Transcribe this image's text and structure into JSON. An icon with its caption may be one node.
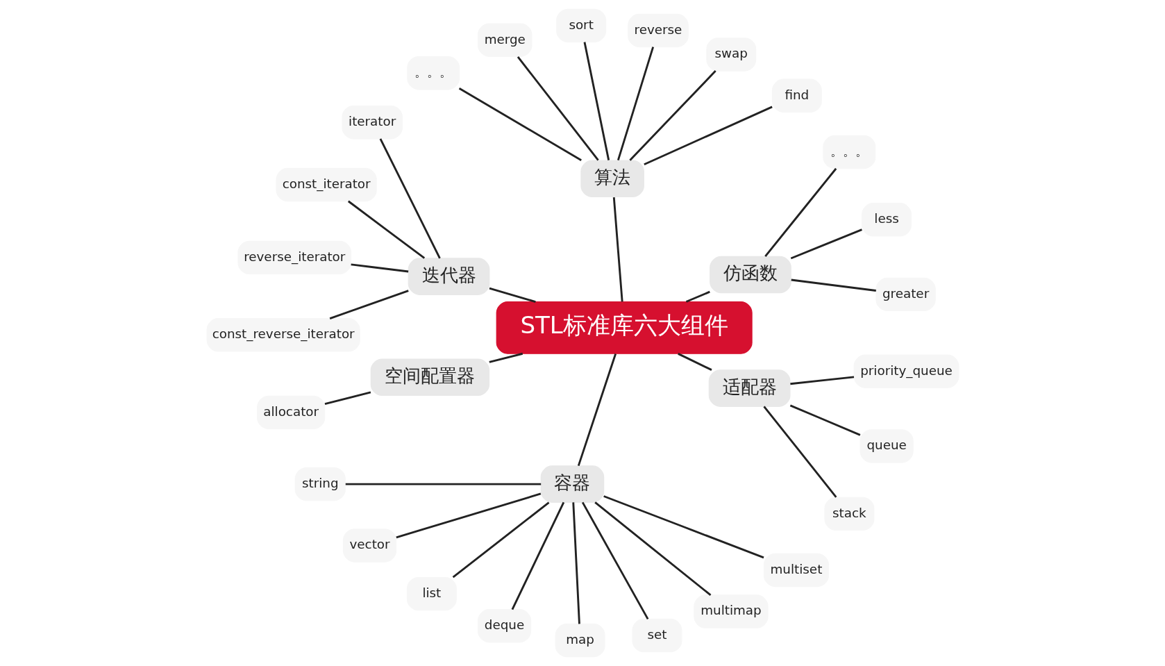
{
  "diagram": {
    "nodes": [
      {
        "text": [
          "STL标准库六大组件"
        ]
      },
      {
        "text": [
          "仿函数"
        ]
      },
      {
        "text": [
          "greater"
        ]
      },
      {
        "text": [
          "less"
        ]
      },
      {
        "text": [
          "。。。"
        ]
      },
      {
        "text": [
          "算法"
        ]
      },
      {
        "text": [
          "find"
        ]
      },
      {
        "text": [
          "swap"
        ]
      },
      {
        "text": [
          "reverse"
        ]
      },
      {
        "text": [
          "sort"
        ]
      },
      {
        "text": [
          "merge"
        ]
      },
      {
        "text": [
          "。。。"
        ]
      },
      {
        "text": [
          "迭代器"
        ]
      },
      {
        "text": [
          "iterator"
        ]
      },
      {
        "text": [
          "const_iterator"
        ]
      },
      {
        "text": [
          "reverse_iterator"
        ]
      },
      {
        "text": [
          "const_reverse_iterator"
        ]
      },
      {
        "text": [
          "空间配置器"
        ]
      },
      {
        "text": [
          "allocator"
        ]
      },
      {
        "text": [
          "容器"
        ]
      },
      {
        "text": [
          "string"
        ]
      },
      {
        "text": [
          "vector"
        ]
      },
      {
        "text": [
          "list"
        ]
      },
      {
        "text": [
          "deque"
        ]
      },
      {
        "text": [
          "map"
        ]
      },
      {
        "text": [
          "set"
        ]
      },
      {
        "text": [
          "multimap"
        ]
      },
      {
        "text": [
          "multiset"
        ]
      },
      {
        "text": [
          "适配器"
        ]
      },
      {
        "text": [
          "stack"
        ]
      },
      {
        "text": [
          "queue"
        ]
      },
      {
        "text": [
          "priority_queue"
        ]
      }
    ],
    "edges": [
      {
        "from": 0,
        "to": 1,
        "arrow": "none"
      },
      {
        "from": 1,
        "to": 2,
        "arrow": "none"
      },
      {
        "from": 1,
        "to": 3,
        "arrow": "none"
      },
      {
        "from": 1,
        "to": 4,
        "arrow": "none"
      },
      {
        "from": 0,
        "to": 5,
        "arrow": "none"
      },
      {
        "from": 5,
        "to": 6,
        "arrow": "none"
      },
      {
        "from": 5,
        "to": 7,
        "arrow": "none"
      },
      {
        "from": 5,
        "to": 8,
        "arrow": "none"
      },
      {
        "from": 5,
        "to": 9,
        "arrow": "none"
      },
      {
        "from": 5,
        "to": 10,
        "arrow": "none"
      },
      {
        "from": 5,
        "to": 11,
        "arrow": "none"
      },
      {
        "from": 0,
        "to": 12,
        "arrow": "none"
      },
      {
        "from": 12,
        "to": 13,
        "arrow": "none"
      },
      {
        "from": 12,
        "to": 14,
        "arrow": "none"
      },
      {
        "from": 12,
        "to": 15,
        "arrow": "none"
      },
      {
        "from": 12,
        "to": 16,
        "arrow": "none"
      },
      {
        "from": 0,
        "to": 17,
        "arrow": "none"
      },
      {
        "from": 17,
        "to": 18,
        "arrow": "none"
      },
      {
        "from": 0,
        "to": 19,
        "arrow": "none"
      },
      {
        "from": 19,
        "to": 20,
        "arrow": "none"
      },
      {
        "from": 19,
        "to": 21,
        "arrow": "none"
      },
      {
        "from": 19,
        "to": 22,
        "arrow": "none"
      },
      {
        "from": 19,
        "to": 23,
        "arrow": "none"
      },
      {
        "from": 19,
        "to": 24,
        "arrow": "none"
      },
      {
        "from": 19,
        "to": 25,
        "arrow": "none"
      },
      {
        "from": 19,
        "to": 26,
        "arrow": "none"
      },
      {
        "from": 19,
        "to": 27,
        "arrow": "none"
      },
      {
        "from": 0,
        "to": 28,
        "arrow": "none"
      },
      {
        "from": 28,
        "to": 29,
        "arrow": "none"
      },
      {
        "from": 28,
        "to": 30,
        "arrow": "none"
      },
      {
        "from": 28,
        "to": 31,
        "arrow": "none"
      }
    ]
  }
}
